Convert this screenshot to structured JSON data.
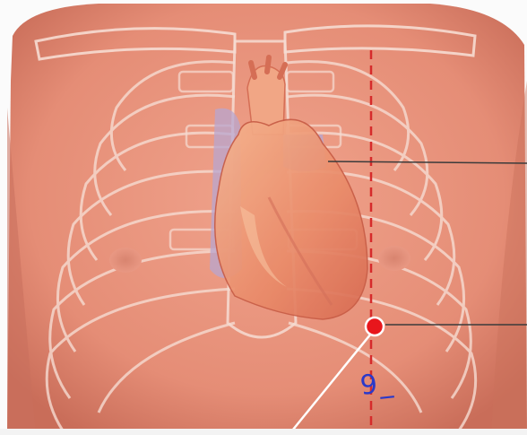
{
  "image": {
    "subject": "chest-anatomy-illustration",
    "colors": {
      "skin": "#e9957f",
      "skin_shadow": "#c76a55",
      "bone_outline": "#f6dcd2",
      "heart": "#e67e62",
      "heart_highlight": "#f3b08c",
      "vessels_blue": "#b8a6cf",
      "guide_line": "#d62b2b",
      "marker": "#e8161c",
      "pointer": "#3b3b3b",
      "ink": "#2a39c9"
    },
    "annotations": {
      "handwritten_note": "9_"
    },
    "icons": {
      "marker": "red-circle-marker",
      "midclavicular_line": "dashed-vertical-line"
    }
  }
}
